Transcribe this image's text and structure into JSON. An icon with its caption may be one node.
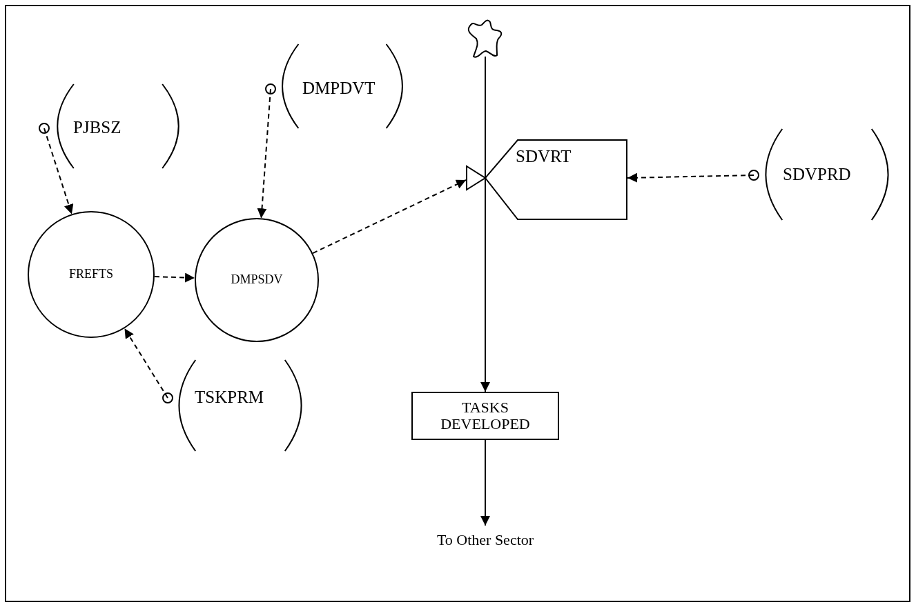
{
  "diagram": {
    "nodes": [
      {
        "text": [
          "PJBSZ"
        ]
      },
      {
        "text": [
          "DMPDVT"
        ]
      },
      {
        "text": [
          "FREFTS"
        ]
      },
      {
        "text": [
          "DMPSDV"
        ]
      },
      {
        "text": [
          "TSKPRM"
        ]
      },
      {
        "text": [],
        "shape": "cloud"
      },
      {
        "text": [
          "SDVRT"
        ]
      },
      {
        "text": [
          "SDVPRD"
        ]
      },
      {
        "text": [
          "TASKS DEVELOPED"
        ]
      },
      {
        "text": [
          "To Other Sector"
        ]
      }
    ],
    "edges": [
      {
        "from": 0,
        "to": 2,
        "arrow": "to",
        "style": "dashed"
      },
      {
        "from": 1,
        "to": 3,
        "arrow": "to",
        "style": "dashed"
      },
      {
        "from": 2,
        "to": 3,
        "arrow": "to",
        "style": "dashed"
      },
      {
        "from": 4,
        "to": 2,
        "arrow": "to",
        "style": "dashed"
      },
      {
        "from": 3,
        "to": 6,
        "arrow": "to",
        "style": "dashed"
      },
      {
        "from": 7,
        "to": 6,
        "arrow": "to",
        "style": "dashed"
      },
      {
        "from": 5,
        "to": 8,
        "arrow": "to"
      },
      {
        "from": 8,
        "to": 9,
        "arrow": "to"
      }
    ]
  }
}
